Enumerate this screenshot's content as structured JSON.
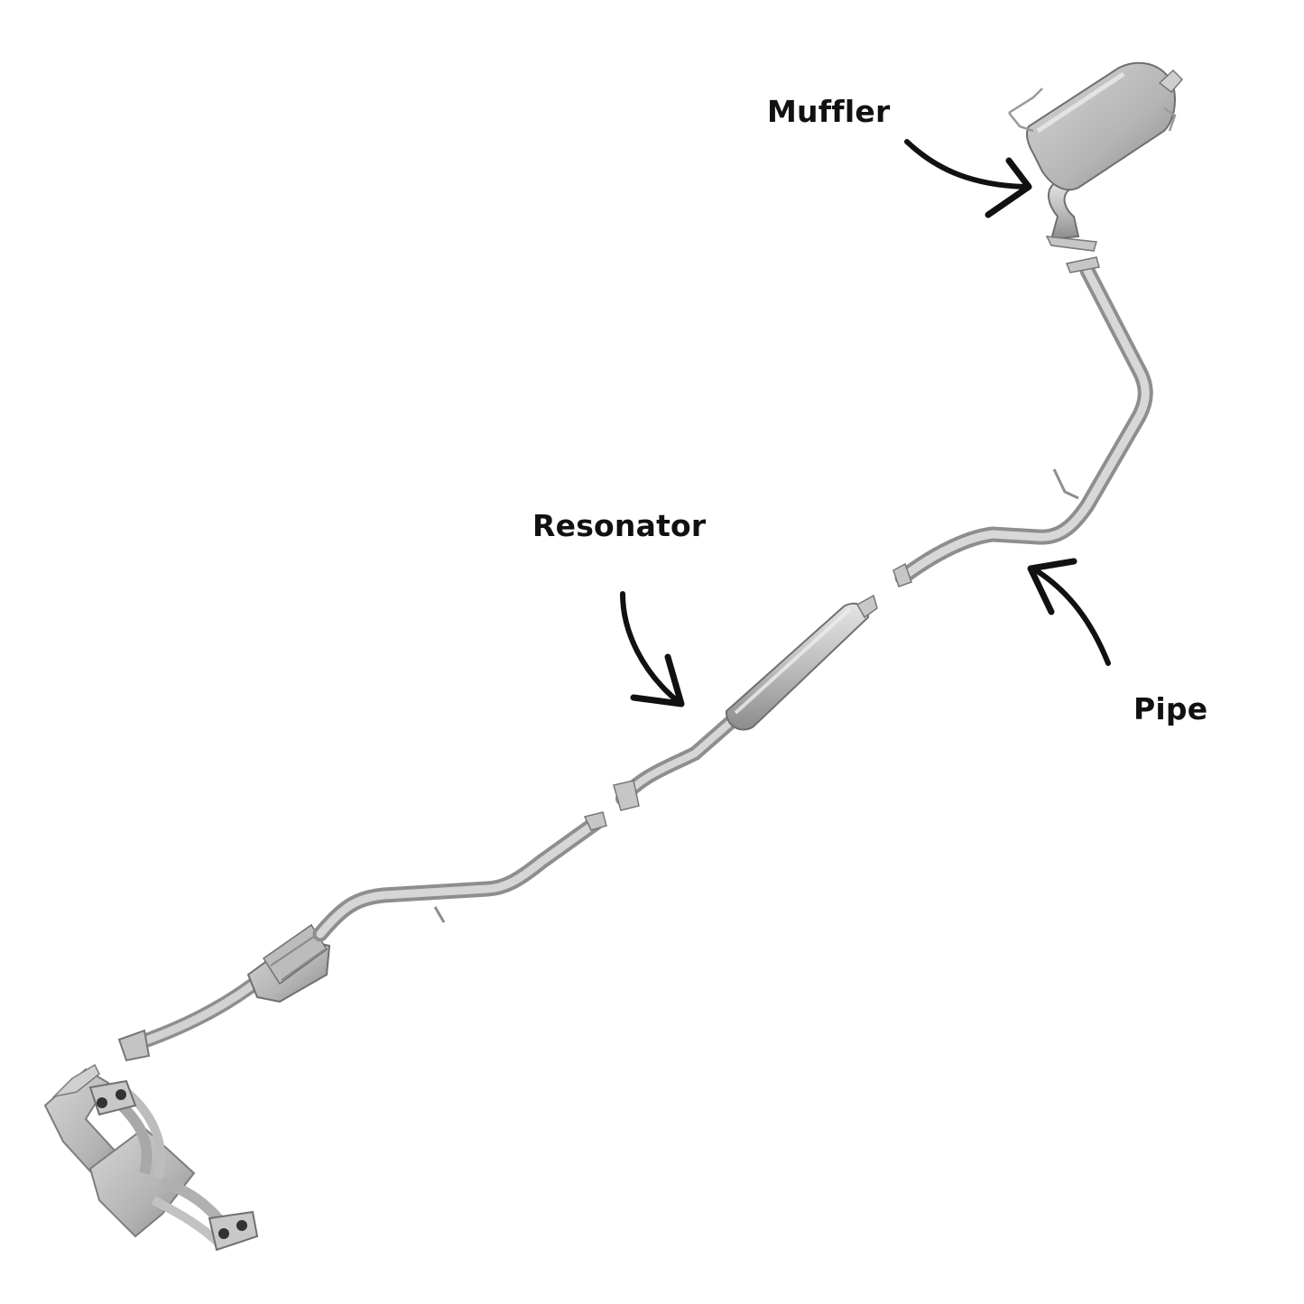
{
  "labels": {
    "muffler": "Muffler",
    "resonator": "Resonator",
    "pipe": "Pipe"
  },
  "colors": {
    "metal": "#b9b9b9",
    "metal_dark": "#8e8e8e",
    "metal_light": "#dcdcdc",
    "arrow": "#111111",
    "text": "#111111",
    "background": "#ffffff"
  }
}
